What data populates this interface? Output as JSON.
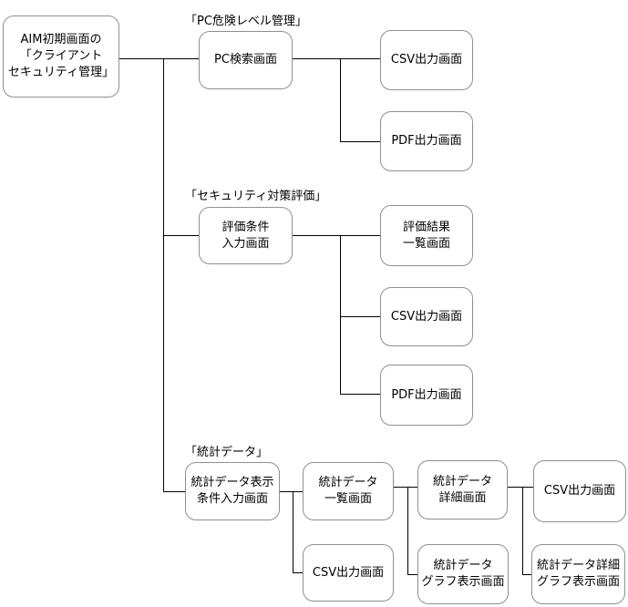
{
  "diagram": {
    "description": "Screen transition diagram of client security management",
    "colors": {
      "background": "#ffffff",
      "box_border": "#8f8f8f",
      "connector": "#000000",
      "text": "#000000"
    },
    "group_labels": {
      "pc_risk": "「PC危険レベル管理」",
      "security_eval": "「セキュリティ対策評価」",
      "stat_data": "「統計データ」"
    },
    "nodes": {
      "root": {
        "lines": [
          "AIM初期画面の",
          "「クライアント",
          "セキュリティ管理」"
        ]
      },
      "pc_search": {
        "lines": [
          "PC検索画面"
        ]
      },
      "csv_top": {
        "lines": [
          "CSV出力画面"
        ]
      },
      "pdf_top": {
        "lines": [
          "PDF出力画面"
        ]
      },
      "eval_cond": {
        "lines": [
          "評価条件",
          "入力画面"
        ]
      },
      "eval_result": {
        "lines": [
          "評価結果",
          "一覧画面"
        ]
      },
      "csv_mid": {
        "lines": [
          "CSV出力画面"
        ]
      },
      "pdf_mid": {
        "lines": [
          "PDF出力画面"
        ]
      },
      "stat_cond": {
        "lines": [
          "統計データ表示",
          "条件入力画面"
        ]
      },
      "stat_list": {
        "lines": [
          "統計データ",
          "一覧画面"
        ]
      },
      "csv_stat": {
        "lines": [
          "CSV出力画面"
        ]
      },
      "stat_detail": {
        "lines": [
          "統計データ",
          "詳細画面"
        ]
      },
      "stat_graph": {
        "lines": [
          "統計データ",
          "グラフ表示画面"
        ]
      },
      "csv_detail": {
        "lines": [
          "CSV出力画面"
        ]
      },
      "stat_detail_graph": {
        "lines": [
          "統計データ詳細",
          "グラフ表示画面"
        ]
      }
    }
  }
}
